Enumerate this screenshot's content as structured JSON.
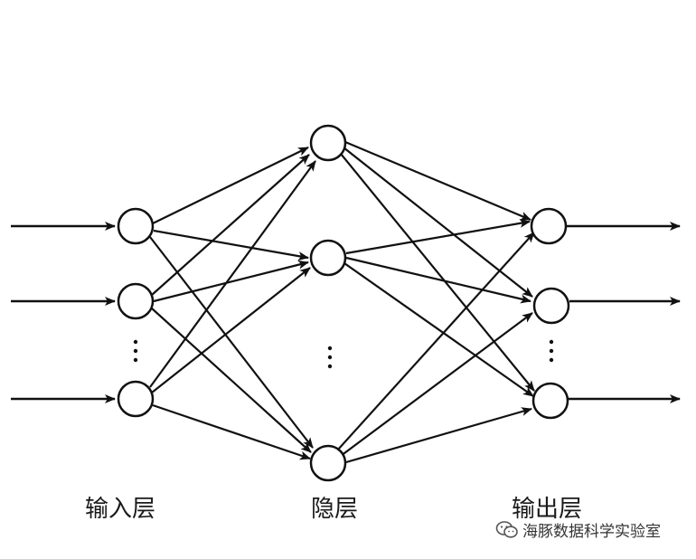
{
  "labels": {
    "input_layer": "输入层",
    "hidden_layer": "隐层",
    "output_layer": "输出层"
  },
  "watermark": {
    "text": "海豚数据科学实验室",
    "icon": "wechat-icon"
  },
  "network": {
    "input_nodes": 3,
    "hidden_nodes": 3,
    "output_nodes": 3,
    "ellipsis_marker": "⋮"
  },
  "colors": {
    "line": "#111111",
    "background": "#ffffff"
  }
}
